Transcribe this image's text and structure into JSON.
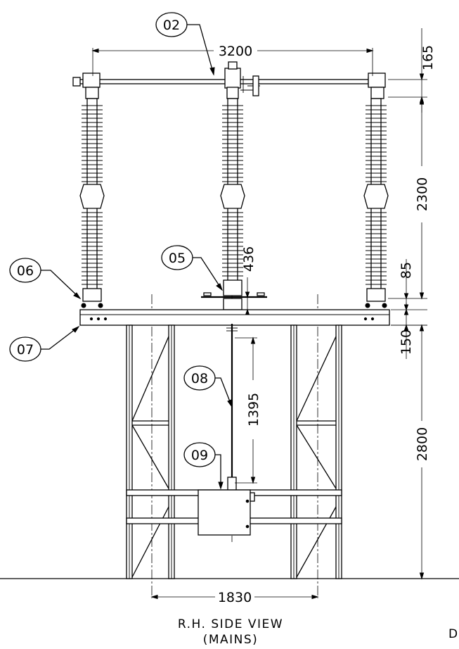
{
  "title": "R.H. SIDE VIEW",
  "subtitle": "(MAINS)",
  "edge_text": "D",
  "callouts": [
    "02",
    "05",
    "06",
    "07",
    "08",
    "09"
  ],
  "dimensions": {
    "top_span": "3200",
    "top_offset": "165",
    "insulator_height": "2300",
    "base_offset": "85",
    "center_offset": "436",
    "base_thickness": "150",
    "rod_length": "1395",
    "structure_height": "2800",
    "leg_spacing": "1830"
  }
}
